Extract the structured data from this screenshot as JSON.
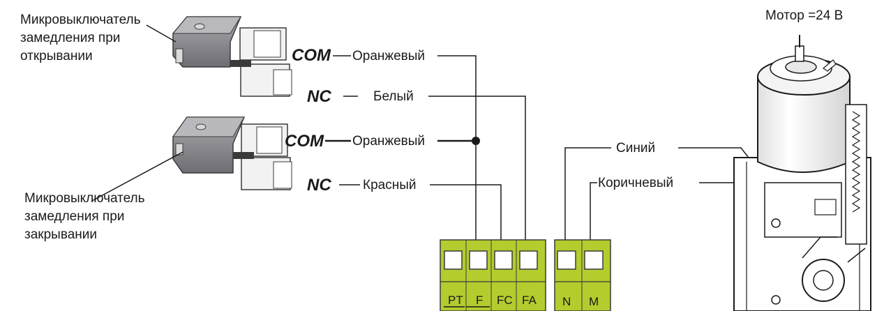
{
  "labels": {
    "open_switch": [
      "Микровыключатель",
      "замедления при",
      "открывании"
    ],
    "close_switch": [
      "Микровыключатель",
      "замедления при",
      "закрывании"
    ],
    "motor": "Мотор =24 В"
  },
  "pins": {
    "com_top": "COM",
    "nc_top": "NC",
    "com_bottom": "COM",
    "nc_bottom": "NC"
  },
  "wires": {
    "orange_top": "Оранжевый",
    "white": "Белый",
    "orange_bottom": "Оранжевый",
    "red": "Красный",
    "blue": "Синий",
    "brown": "Коричневый"
  },
  "terminals_left": [
    "PT",
    "F",
    "FC",
    "FA"
  ],
  "terminals_right": [
    "N",
    "M"
  ],
  "colors": {
    "terminal_green": "#b5cc2e",
    "switch_body": "#8f8f95",
    "line": "#1a1a1a"
  }
}
